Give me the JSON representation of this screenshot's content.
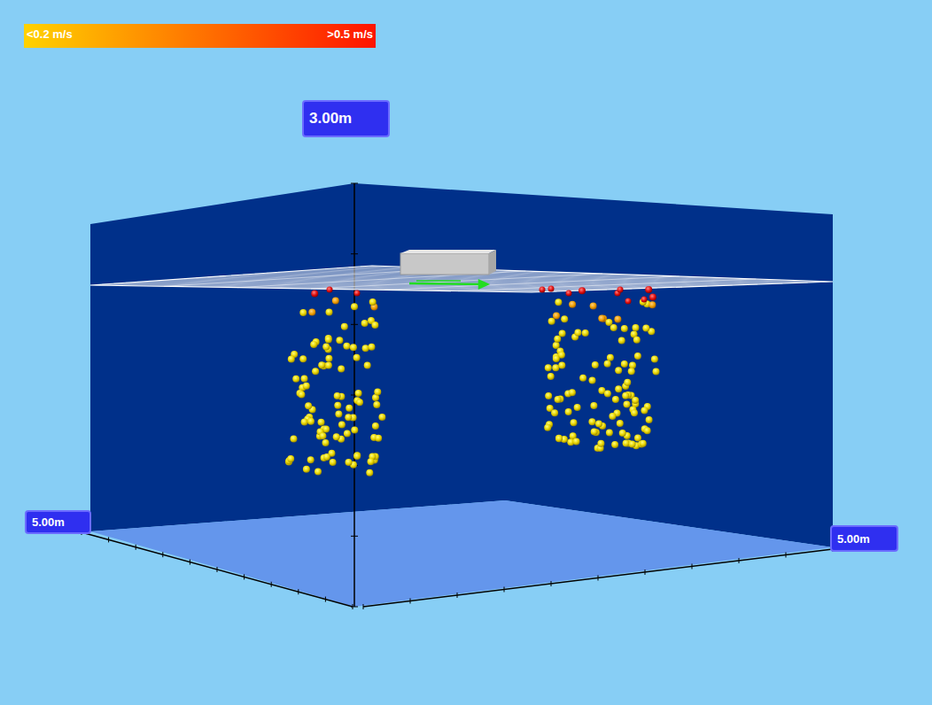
{
  "diagram": {
    "nodes": [
      {
        "text": [
          "3.00m"
        ]
      },
      {
        "text": [
          "5.00m"
        ]
      },
      {
        "text": [
          "5.00m"
        ]
      }
    ],
    "legend": [
      {
        "text": "<0.2 m/s",
        "color": "#ffd200"
      },
      {
        "text": ">0.5 m/s",
        "color": "#ff1400"
      }
    ]
  }
}
